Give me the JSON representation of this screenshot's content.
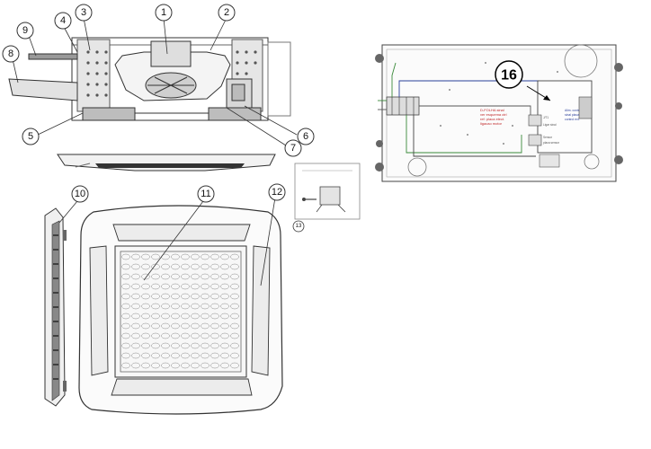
{
  "callouts": {
    "c1": "1",
    "c2": "2",
    "c3": "3",
    "c4": "4",
    "c5": "5",
    "c6": "6",
    "c7": "7",
    "c8": "8",
    "c9": "9",
    "c10": "10",
    "c11": "11",
    "c12": "12",
    "c13": "13",
    "c16": "16"
  },
  "board": {
    "red_line1": "D-FOLHA sinal",
    "red_line2": "ver esquema ctrl",
    "red_line3": "ref: placa elect.",
    "red_line4": "ligacao motor",
    "blue_line1": "Alim. contr.",
    "blue_line2": "sinal placa",
    "blue_line3": "control ext.",
    "grey_left1": "J/T1",
    "grey_left2": "Ligar sinal",
    "grey_left3": "Sensor",
    "grey_left4": "placa sensor"
  },
  "colors": {
    "line": "#333333",
    "red_label": "#c0282a",
    "blue_label": "#2a3f9a",
    "green_wire": "#3a8a3a"
  }
}
